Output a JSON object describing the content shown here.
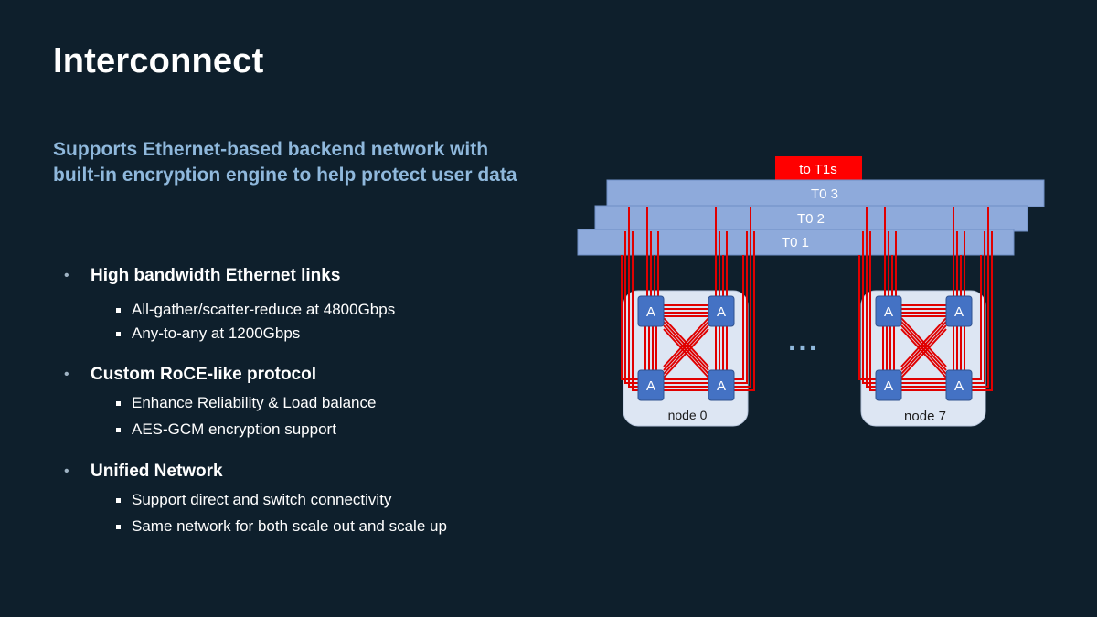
{
  "slide": {
    "title": "Interconnect",
    "subtitle": "Supports Ethernet-based backend network with built-in encryption engine to help protect user data"
  },
  "bullets": [
    {
      "label": "High bandwidth Ethernet links",
      "subs": [
        "All-gather/scatter-reduce at 4800Gbps",
        "Any-to-any at 1200Gbps"
      ]
    },
    {
      "label": "Custom RoCE-like protocol",
      "subs": [
        "Enhance Reliability & Load balance",
        "AES-GCM encryption support"
      ]
    },
    {
      "label": "Unified Network",
      "subs": [
        "Support direct and switch connectivity",
        "Same network for both scale out and scale up"
      ]
    }
  ],
  "diagram": {
    "uplink_label": "to T1s",
    "switches": [
      "T0 3",
      "T0 2",
      "T0 1"
    ],
    "ellipsis": "...",
    "nodes": [
      {
        "label": "node 0",
        "accelerators": [
          "A",
          "A",
          "A",
          "A"
        ]
      },
      {
        "label": "node 7",
        "accelerators": [
          "A",
          "A",
          "A",
          "A"
        ]
      }
    ],
    "colors": {
      "background": "#0e1f2c",
      "switch_fill": "#8eaadb",
      "node_fill": "#dde6f3",
      "accelerator_fill": "#4472c4",
      "link": "#e00000",
      "uplink": "#ff0000",
      "subtitle": "#8fb8dc"
    }
  }
}
